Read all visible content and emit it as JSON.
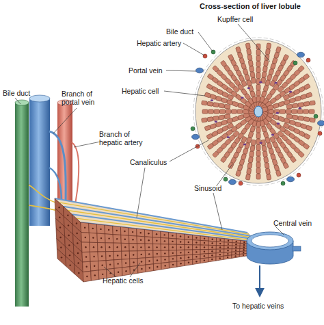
{
  "diagram": {
    "title": "Cross-section of liver lobule",
    "labels": [
      "Kupffer cell",
      "Bile duct",
      "Hepatic artery",
      "Portal vein",
      "Hepatic cell",
      "Canaliculus",
      "Sinusoid",
      "Bile duct",
      "Branch of portal vein",
      "Branch of hepatic artery",
      "Central vein",
      "Hepatic cells",
      "To hepatic veins"
    ]
  }
}
